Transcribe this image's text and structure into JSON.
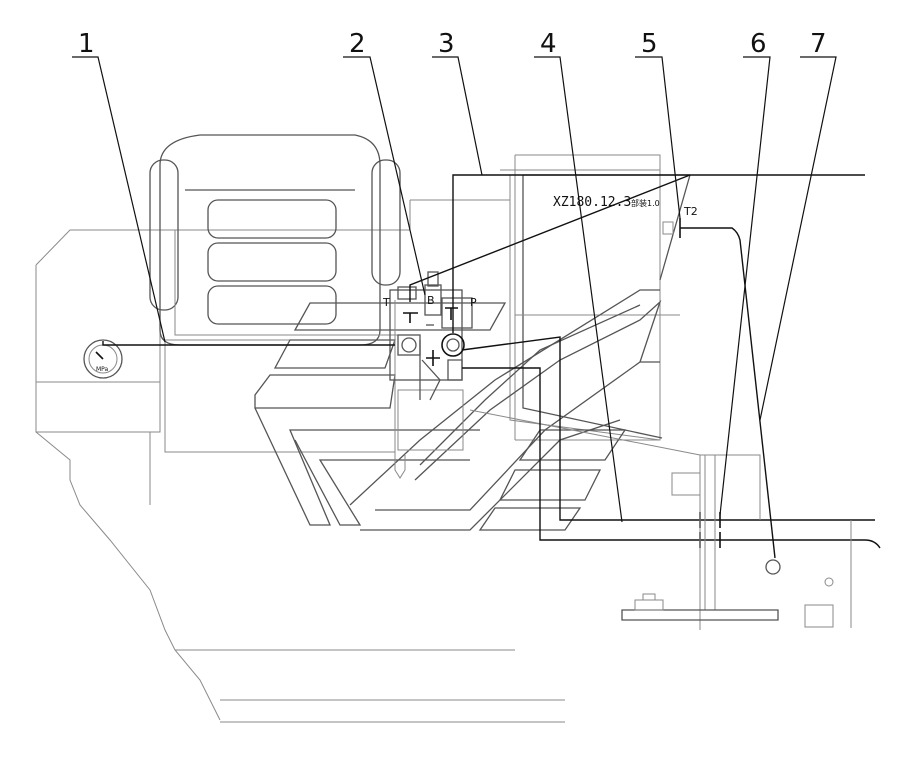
{
  "callouts": [
    "1",
    "2",
    "3",
    "4",
    "5",
    "6",
    "7"
  ],
  "part_label": "XZ180.12.3",
  "part_label_suffix": "部装1.0",
  "port_labels": {
    "t": "T",
    "b": "B",
    "p": "P",
    "t2": "T2"
  },
  "gauge_text": "MPa"
}
